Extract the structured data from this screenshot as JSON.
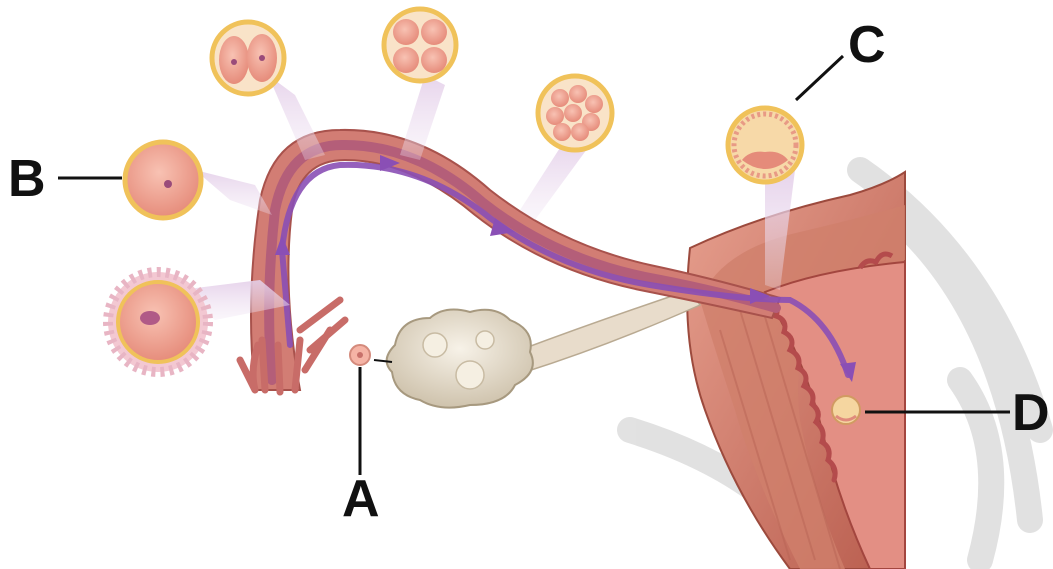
{
  "labels": {
    "A": "A",
    "B": "B",
    "C": "C",
    "D": "D"
  },
  "colors": {
    "tube_outer": "#c9706b",
    "tube_inner": "#e9a9a0",
    "lumen": "#b95a73",
    "arrow": "#8a4fb5",
    "uterus_wall": "#c86a5a",
    "uterus_cavity": "#e08a7f",
    "ovary": "#ece3d2",
    "cell_border": "#f0c25a",
    "cell_fill": "#f2a391",
    "callout": "#e9d6ec",
    "watermark": "#dcdcdc",
    "label_line": "#111111"
  },
  "icons": [
    "egg-cell-icon",
    "zygote-icon",
    "two-cell-icon",
    "four-cell-icon",
    "morula-icon",
    "blastocyst-icon",
    "implanted-embryo-icon"
  ]
}
